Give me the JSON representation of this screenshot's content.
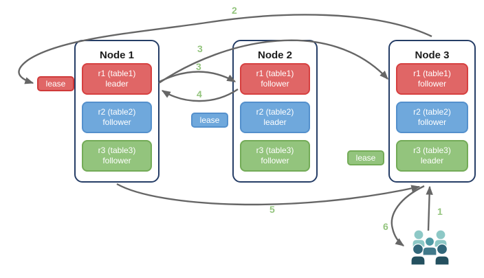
{
  "nodes": [
    {
      "title": "Node 1",
      "replicas": [
        {
          "range": "r1 (table1)",
          "role": "leader",
          "color": "red"
        },
        {
          "range": "r2 (table2)",
          "role": "follower",
          "color": "blue"
        },
        {
          "range": "r3 (table3)",
          "role": "follower",
          "color": "green"
        }
      ]
    },
    {
      "title": "Node 2",
      "replicas": [
        {
          "range": "r1 (table1)",
          "role": "follower",
          "color": "red"
        },
        {
          "range": "r2 (table2)",
          "role": "leader",
          "color": "blue"
        },
        {
          "range": "r3 (table3)",
          "role": "follower",
          "color": "green"
        }
      ]
    },
    {
      "title": "Node 3",
      "replicas": [
        {
          "range": "r1 (table1)",
          "role": "follower",
          "color": "red"
        },
        {
          "range": "r2 (table2)",
          "role": "follower",
          "color": "blue"
        },
        {
          "range": "r3 (table3)",
          "role": "leader",
          "color": "green"
        }
      ]
    }
  ],
  "leases": {
    "red": "lease",
    "blue": "lease",
    "green": "lease"
  },
  "steps": {
    "s1": "1",
    "s2": "2",
    "s3a": "3",
    "s3b": "3",
    "s4": "4",
    "s5": "5",
    "s6": "6"
  },
  "colors": {
    "red_fill": "#e06666",
    "red_border": "#d64040",
    "blue_fill": "#6fa8dc",
    "blue_border": "#5490cc",
    "green_fill": "#93c47d",
    "green_border": "#73ab57",
    "node_border": "#253d66",
    "arrow": "#666666",
    "step_label": "#93c47d",
    "users_light": "#8dc8c6",
    "users_mid_head": "#4f9aa4",
    "users_mid_body": "#41798a",
    "users_front_head": "#31677a",
    "users_front_body": "#24505f"
  }
}
